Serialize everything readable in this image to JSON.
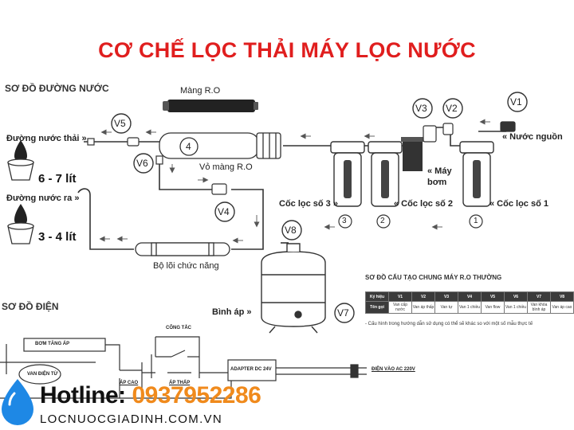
{
  "title": "CƠ CHẾ LỌC THẢI MÁY LỌC NƯỚC",
  "water_section": {
    "heading": "SƠ ĐỒ ĐƯỜNG NƯỚC",
    "membrane": "Màng R.O",
    "membrane_housing": "Vỏ màng R.O",
    "waste_line": "Đường nước thải »",
    "waste_volume": "6 - 7 lít",
    "outlet_line": "Đường nước ra »",
    "outlet_volume": "3 - 4  lít",
    "source": "« Nước nguồn",
    "pump": "« Máy\nbơm",
    "cup3": "Cốc lọc số 3 »",
    "cup2": "« Cốc lọc số 2",
    "cup1": "« Cốc lọc số 1",
    "functional_core": "Bộ lõi chức năng",
    "tank": "Bình áp »",
    "valves": [
      "V1",
      "V2",
      "V3",
      "V4",
      "V5",
      "V6",
      "V7",
      "V8"
    ],
    "cup_numbers": [
      "1",
      "2",
      "3"
    ],
    "membrane_number": "4"
  },
  "spec_table": {
    "heading": "SƠ ĐỒ CẤU TẠO CHUNG MÁY R.O THƯỜNG",
    "header": [
      "Ký hiệu",
      "V1",
      "V2",
      "V3",
      "V4",
      "V5",
      "V6",
      "V7",
      "V8"
    ],
    "row": [
      "Tên gọi",
      "Van cấp nước",
      "Van áp thấp",
      "Van tự",
      "Van 1 chiều",
      "Van flow",
      "Van 1 chiều",
      "Van khóa bình áp",
      "Van áp cao"
    ],
    "note": "- Cấu hình trong hướng dẫn sử dụng có thể sẽ khác so với một số mẫu thực tế"
  },
  "electric_section": {
    "heading": "SƠ ĐỒ ĐIỆN",
    "pump_box": "BƠM TĂNG ÁP",
    "solenoid": "VAN ĐIỆN TỪ",
    "switch": "CÔNG TẮC",
    "high_pressure": "ÁP CAO",
    "low_pressure": "ÁP THẤP",
    "adapter": "ADAPTER DC 24V",
    "power": "ĐIỆN VÀO AC 220V"
  },
  "hotline": {
    "label": "Hotline: ",
    "number": "0937952286"
  },
  "website": "LOCNUOCGIADINH.COM.VN",
  "colors": {
    "title": "#e01e1e",
    "hotline_number": "#f08a1c",
    "droplet": "#1e88e5"
  }
}
